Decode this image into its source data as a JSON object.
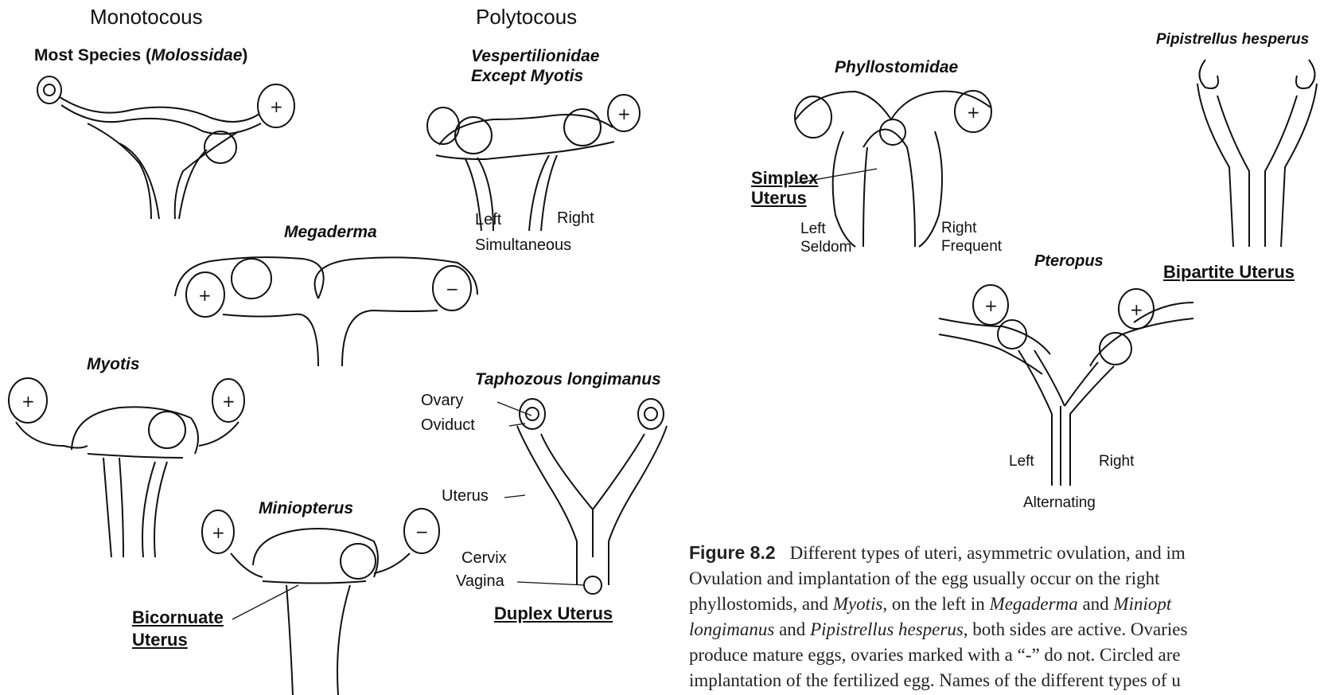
{
  "headers": {
    "monotocous": "Monotocous",
    "polytocous": "Polytocous"
  },
  "labels": {
    "most_species": "Most Species (",
    "molossidae": "Molossidae",
    "close_paren": ")",
    "vespertilionidae": "Vespertilionidae",
    "except_myotis": "Except Myotis",
    "megaderma": "Megaderma",
    "myotis": "Myotis",
    "miniopterus": "Miniopterus",
    "taphozous": "Taphozous longimanus",
    "phyllostomidae": "Phyllostomidae",
    "pipistrellus": "Pipistrellus hesperus",
    "pteropus": "Pteropus"
  },
  "annotations": {
    "vesp_left": "Left",
    "vesp_right": "Right",
    "vesp_sim": "Simultaneous",
    "ovary": "Ovary",
    "oviduct": "Oviduct",
    "uterus": "Uterus",
    "cervix": "Cervix",
    "vagina": "Vagina",
    "phyl_left": "Left",
    "phyl_seldom": "Seldom",
    "phyl_right": "Right",
    "phyl_frequent": "Frequent",
    "pter_left": "Left",
    "pter_right": "Right",
    "pter_alt": "Alternating"
  },
  "uterus_types": {
    "simplex_1": "Simplex",
    "simplex_2": "Uterus",
    "bicornuate_1": "Bicornuate",
    "bicornuate_2": "Uterus",
    "duplex": "Duplex Uterus",
    "bipartite": "Bipartite Uterus"
  },
  "ovary_marks": {
    "plus": "+",
    "minus": "−"
  },
  "caption": {
    "figure": "Figure 8.2",
    "l1": "Different types of uteri, asymmetric ovulation, and im",
    "l2": "Ovulation and implantation of the egg usually occur on the right",
    "l3a": "phyllostomids, and ",
    "l3b": "Myotis",
    "l3c": ", on the left in ",
    "l3d": "Megaderma",
    "l3e": " and ",
    "l3f": "Miniopt",
    "l4a": "longimanus",
    "l4b": " and ",
    "l4c": "Pipistrellus hesperus",
    "l4d": ", both sides are active. Ovaries",
    "l5": "produce mature eggs, ovaries marked with a “-” do not. Circled are",
    "l6": "implantation of the fertilized egg. Names of the different types of u"
  }
}
